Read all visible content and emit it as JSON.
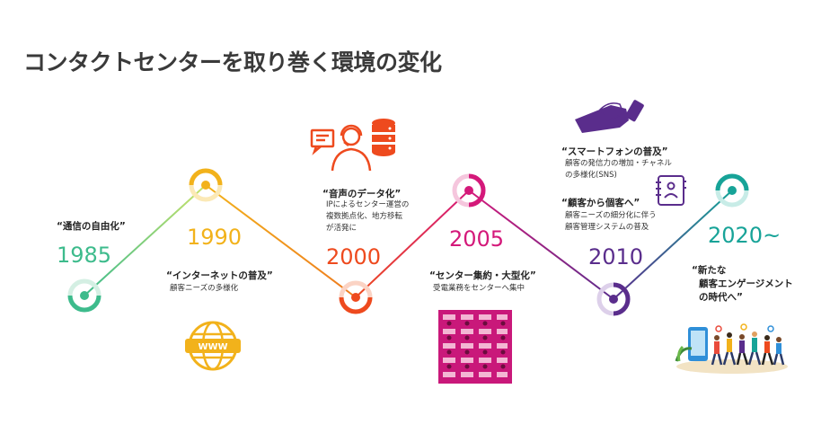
{
  "title": "コンタクトセンターを取り巻く環境の変化",
  "colors": {
    "c1985": "#3dbb8c",
    "c1990": "#f2b21b",
    "c2000": "#ee4a1e",
    "c2005": "#d4197a",
    "c2010": "#5a2d8c",
    "c2020": "#17a398"
  },
  "milestones": [
    {
      "year": "1985",
      "label": "“通信の自由化”",
      "sub": []
    },
    {
      "year": "1990",
      "label": "“インターネットの普及”",
      "sub": [
        "顧客ニーズの多様化"
      ]
    },
    {
      "year": "2000",
      "label": "“音声のデータ化”",
      "sub": [
        "IPによるセンター運営の",
        "複数拠点化、地方移転",
        "が活発に"
      ]
    },
    {
      "year": "2005",
      "label": "“センター集約・大型化”",
      "sub": [
        "受電業務をセンターへ集中"
      ]
    },
    {
      "year": "2010",
      "label": "“スマートフォンの普及”",
      "sub": [
        "顧客の発信力の増加・チャネル",
        "の多様化(SNS)"
      ],
      "label2": "“顧客から個客へ”",
      "sub2": [
        "顧客ニーズの細分化に伴う",
        "顧客管理システムの普及"
      ]
    },
    {
      "year": "2020~",
      "label": "“新たな",
      "sub": [],
      "label_lines": [
        "顧客エンゲージメント",
        "の時代へ”"
      ]
    }
  ],
  "icons": {
    "www": "WWW"
  }
}
